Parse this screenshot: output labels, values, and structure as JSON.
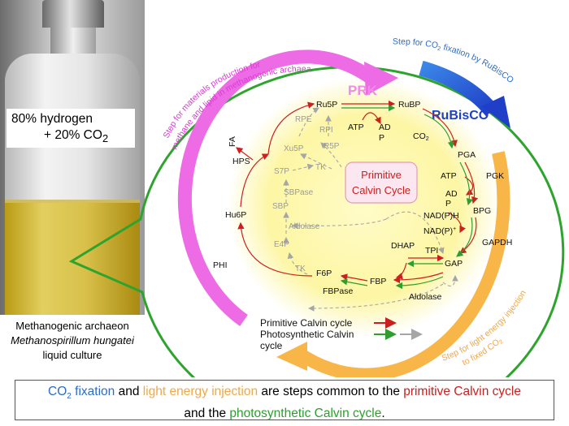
{
  "photo": {
    "gas_line1": "80% hydrogen",
    "gas_line2_prefix": "+ 20% CO",
    "gas_line2_sub": "2",
    "caption_line1": "Methanogenic archaeon",
    "caption_line2": "Methanospirillum hungatei",
    "caption_line3": "liquid culture"
  },
  "arcs": {
    "magenta_line1": "Step for materials production for",
    "magenta_line2": "methane and lipid in methanogenic archaea",
    "blue_prefix": "Step for CO",
    "blue_sub": "2",
    "blue_suffix": " fixation by RuBisCO",
    "orange_line1": "Step for light energy injection",
    "orange_line2_prefix": "to fixed CO",
    "orange_line2_sub": "2"
  },
  "enzymes": {
    "prk": "PRK",
    "rubisco": "RuBisCO"
  },
  "center_label": {
    "line1": "Primitive",
    "line2": "Calvin Cycle"
  },
  "metabolites": {
    "ru5p": "Ru5P",
    "rubp": "RuBP",
    "atp1": "ATP",
    "ad": "AD",
    "p1": "P",
    "co2_prefix": "CO",
    "co2_sub": "2",
    "pga": "PGA",
    "atp2": "ATP",
    "pgk": "PGK",
    "ad2": "AD",
    "p2": "P",
    "bpg": "BPG",
    "nadph": "NAD(P)H",
    "nadp": "NAD(P)",
    "nadp_sup": "+",
    "gapdh": "GAPDH",
    "gap": "GAP",
    "tpi": "TPI",
    "dhap": "DHAP",
    "fbp": "FBP",
    "aldolase1": "Aldolase",
    "f6p": "F6P",
    "fbpase": "FBPase",
    "phi": "PHI",
    "hu6p": "Hu6P",
    "hps": "HPS",
    "fa": "FA",
    "rpe": "RPE",
    "rpi": "RPI",
    "xu5p": "Xu5P",
    "r5p": "R5P",
    "s7p": "S7P",
    "tk1": "TK",
    "sbpase": "SBPase",
    "sbp": "SBP",
    "aldolase2": "Aldolase",
    "e4p": "E4P",
    "tk2": "TK"
  },
  "legend": {
    "primitive": "Primitive Calvin cycle",
    "photosynthetic_line1": "Photosynthetic Calvin",
    "photosynthetic_line2": "cycle"
  },
  "footer": {
    "co2": "CO",
    "co2_sub": "2",
    "fixation": " fixation",
    "and1": " and ",
    "light": "light energy injection",
    "are": " are steps common to the ",
    "primitive": "primitive Calvin cycle",
    "and2": "and the ",
    "photosynthetic": "photosynthetic Calvin cycle",
    "period": "."
  },
  "colors": {
    "primitive_arrow": "#cc1f1f",
    "photosynthetic_arrow": "#2e9e2e",
    "gray_arrow": "#a6a6a6",
    "magenta": "#ee6be6",
    "blue": "#2a52d6",
    "orange": "#f8b548",
    "green_circle": "#2ea32e"
  }
}
